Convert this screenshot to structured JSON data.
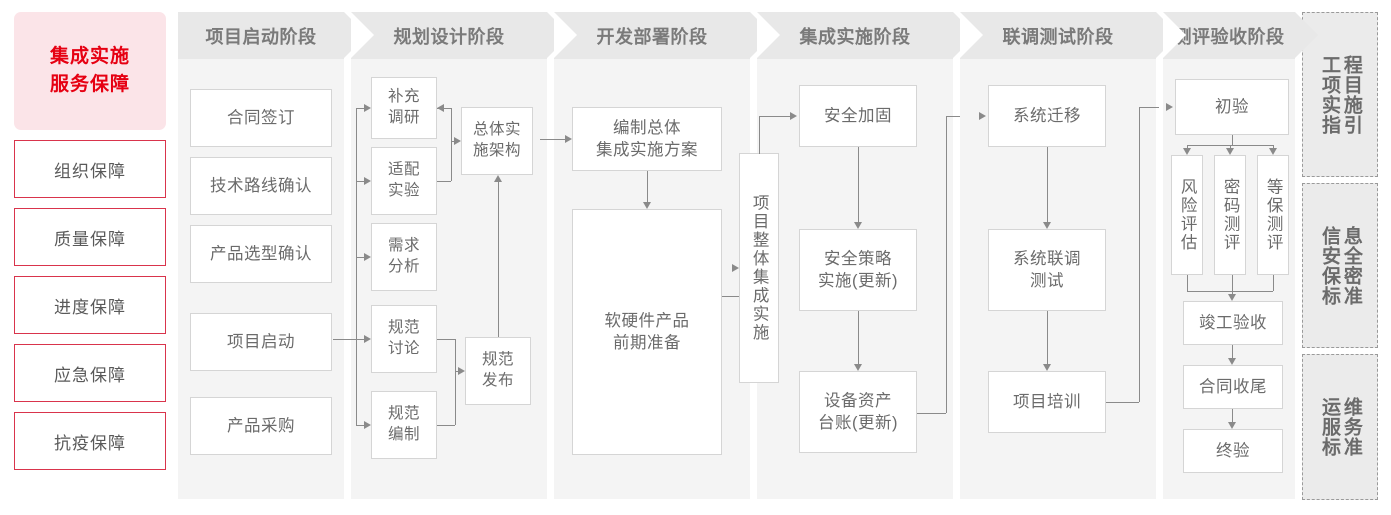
{
  "left_rail": {
    "title": "集成实施\n服务保障",
    "title_lines": [
      "集成实施",
      "服务保障"
    ],
    "items": [
      {
        "label": "组织保障"
      },
      {
        "label": "质量保障"
      },
      {
        "label": "进度保障"
      },
      {
        "label": "应急保障"
      },
      {
        "label": "抗疫保障"
      }
    ],
    "colors": {
      "title_bg": "#fbe4e8",
      "title_fg": "#e60012",
      "item_border": "#d9344c",
      "item_fg": "#595959"
    }
  },
  "phases": [
    {
      "header": "项目启动阶段",
      "nodes": [
        {
          "label": "合同签订"
        },
        {
          "label": "技术路线确认"
        },
        {
          "label": "产品选型确认"
        },
        {
          "label": "项目启动"
        },
        {
          "label": "产品采购"
        }
      ]
    },
    {
      "header": "规划设计阶段",
      "nodes": [
        {
          "label": "补充\n调研",
          "lines": [
            "补充",
            "调研"
          ]
        },
        {
          "label": "适配\n实验",
          "lines": [
            "适配",
            "实验"
          ]
        },
        {
          "label": "需求\n分析",
          "lines": [
            "需求",
            "分析"
          ]
        },
        {
          "label": "规范\n讨论",
          "lines": [
            "规范",
            "讨论"
          ]
        },
        {
          "label": "规范\n编制",
          "lines": [
            "规范",
            "编制"
          ]
        },
        {
          "label": "总体实\n施架构",
          "lines": [
            "总体实",
            "施架构"
          ]
        },
        {
          "label": "规范\n发布",
          "lines": [
            "规范",
            "发布"
          ]
        }
      ]
    },
    {
      "header": "开发部署阶段",
      "nodes": [
        {
          "label": "编制总体\n集成实施方案",
          "lines": [
            "编制总体",
            "集成实施方案"
          ]
        },
        {
          "label": "软硬件产品\n前期准备",
          "lines": [
            "软硬件产品",
            "前期准备"
          ]
        }
      ]
    },
    {
      "header": "集成实施阶段",
      "nodes": [
        {
          "label": "项目整体集成实施"
        },
        {
          "label": "安全加固"
        },
        {
          "label": "安全策略\n实施(更新)",
          "lines": [
            "安全策略",
            "实施(更新)"
          ]
        },
        {
          "label": "设备资产\n台账(更新)",
          "lines": [
            "设备资产",
            "台账(更新)"
          ]
        }
      ]
    },
    {
      "header": "联调测试阶段",
      "nodes": [
        {
          "label": "系统迁移"
        },
        {
          "label": "系统联调\n测试",
          "lines": [
            "系统联调",
            "测试"
          ]
        },
        {
          "label": "项目培训"
        }
      ]
    },
    {
      "header": "测评验收阶段",
      "nodes": [
        {
          "label": "初验"
        },
        {
          "label": "风险评估"
        },
        {
          "label": "密码测评"
        },
        {
          "label": "等保测评"
        },
        {
          "label": "竣工验收"
        },
        {
          "label": "合同收尾"
        },
        {
          "label": "终验"
        }
      ]
    }
  ],
  "right_rail": {
    "items": [
      {
        "label": "工程项目实施指引",
        "col_left": "工项实指",
        "col_right": "程目施引"
      },
      {
        "label": "信息安全保密标准",
        "col_left": "信安保标",
        "col_right": "息全密准"
      },
      {
        "label": "运维服务标准",
        "col_left": "运服标",
        "col_right": "维务准"
      }
    ]
  },
  "colors": {
    "phase_header_bg": "#e8e8e8",
    "phase_header_fg": "#7a7a7a",
    "phase_body_bg": "#f4f4f4",
    "node_border": "#d5d5d5",
    "node_fg": "#6b6b6b",
    "connector": "#8a8a8a",
    "std_bg": "#ebebeb",
    "std_border": "#9a9a9a"
  }
}
